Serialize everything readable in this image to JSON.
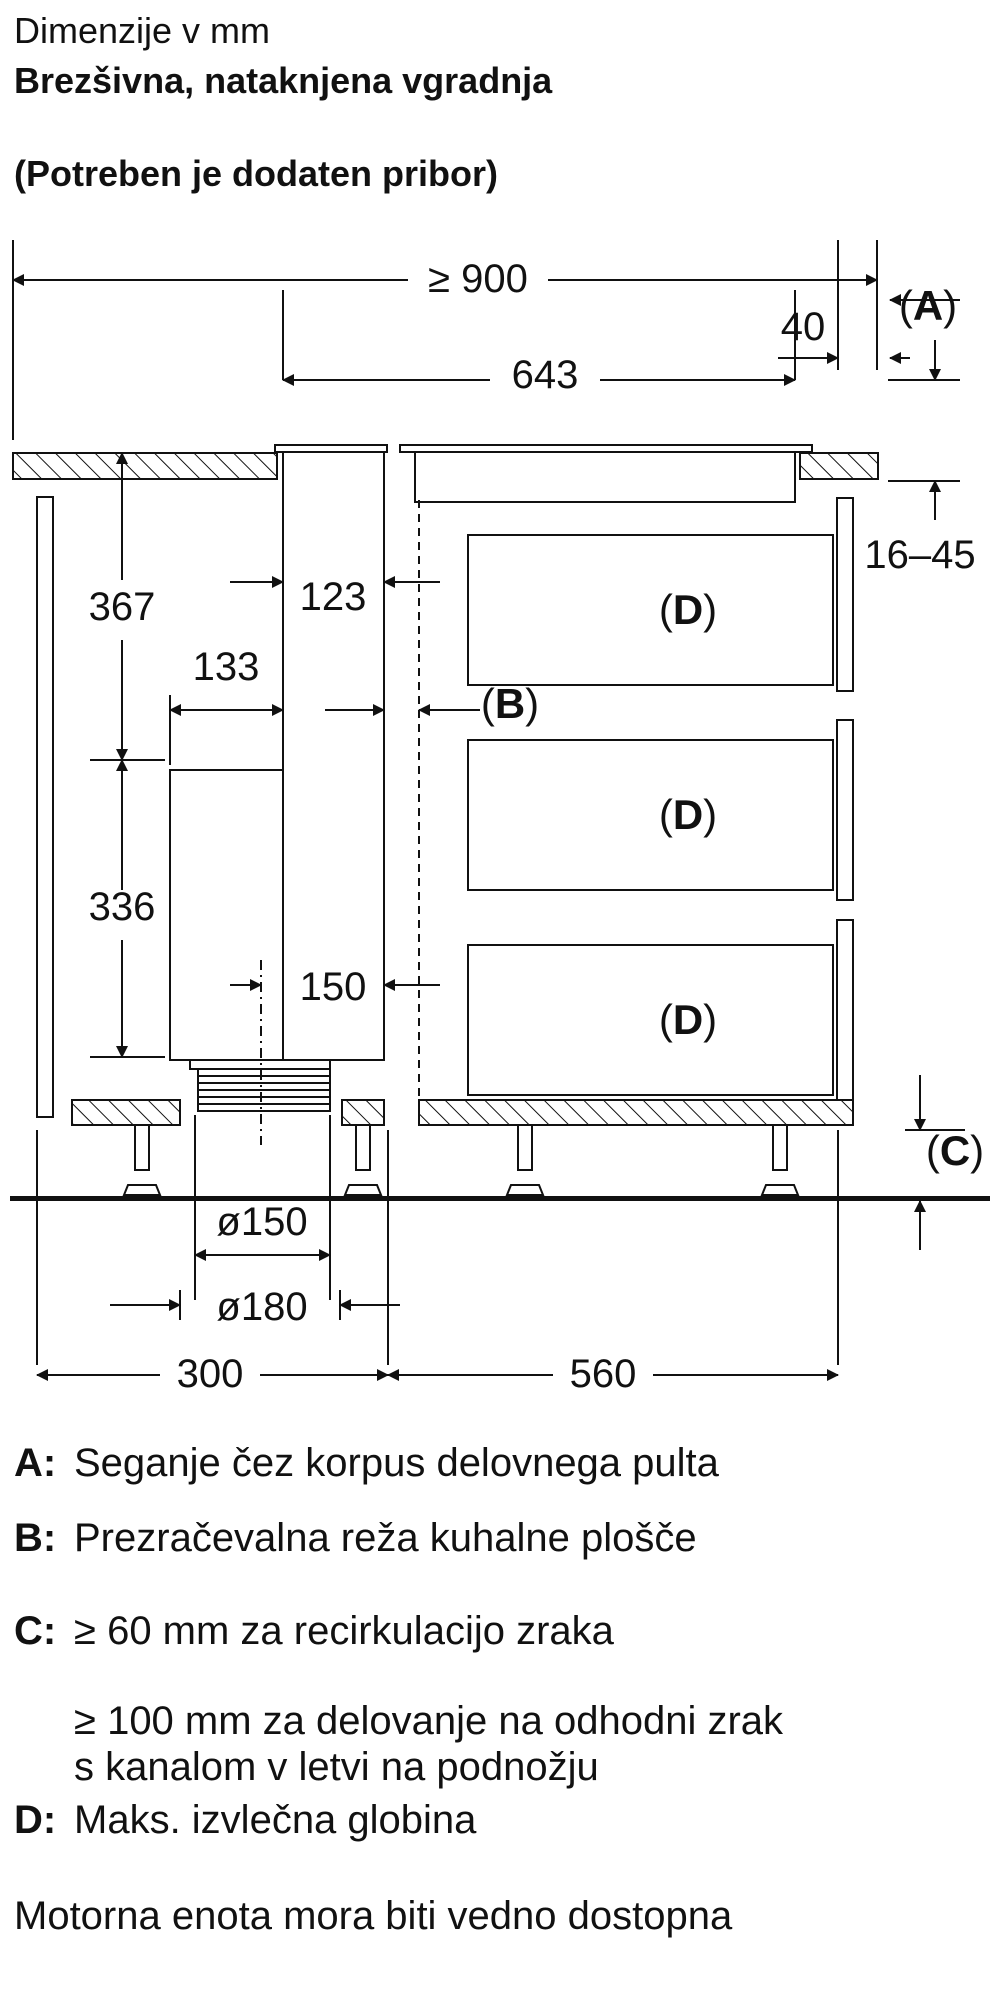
{
  "header": {
    "units": "Dimenzije v mm",
    "title": "Brezšivna, nataknjena vgradnja",
    "note": "(Potreben je dodaten pribor)"
  },
  "drawing": {
    "dim_total": "≥ 900",
    "dim_643": "643",
    "dim_40": "40",
    "dim_16_45": "16–45",
    "dim_367": "367",
    "dim_336": "336",
    "dim_133": "133",
    "dim_123": "123",
    "dim_150": "150",
    "dim_d150": "ø150",
    "dim_d180": "ø180",
    "dim_300": "300",
    "dim_560": "560",
    "label_a_open": "(",
    "label_a_key": "A",
    "label_a_close": ")",
    "label_b_open": "(",
    "label_b_key": "B",
    "label_b_close": ")",
    "label_c_open": "(",
    "label_c_key": "C",
    "label_c_close": ")",
    "label_d_open": "(",
    "label_d_key": "D",
    "label_d_close": ")"
  },
  "legend": {
    "a_key": "A:",
    "a_text": "Seganje čez korpus delovnega pulta",
    "b_key": "B:",
    "b_text": "Prezračevalna reža kuhalne plošče",
    "c_key": "C:",
    "c_text": "≥ 60 mm za recirkulacijo zraka",
    "c_text2": "≥ 100 mm za delovanje na odhodni zrak",
    "c_text3": "s kanalom v letvi na podnožju",
    "d_key": "D:",
    "d_text": "Maks. izvlečna globina",
    "footer": "Motorna enota mora biti vedno dostopna"
  }
}
